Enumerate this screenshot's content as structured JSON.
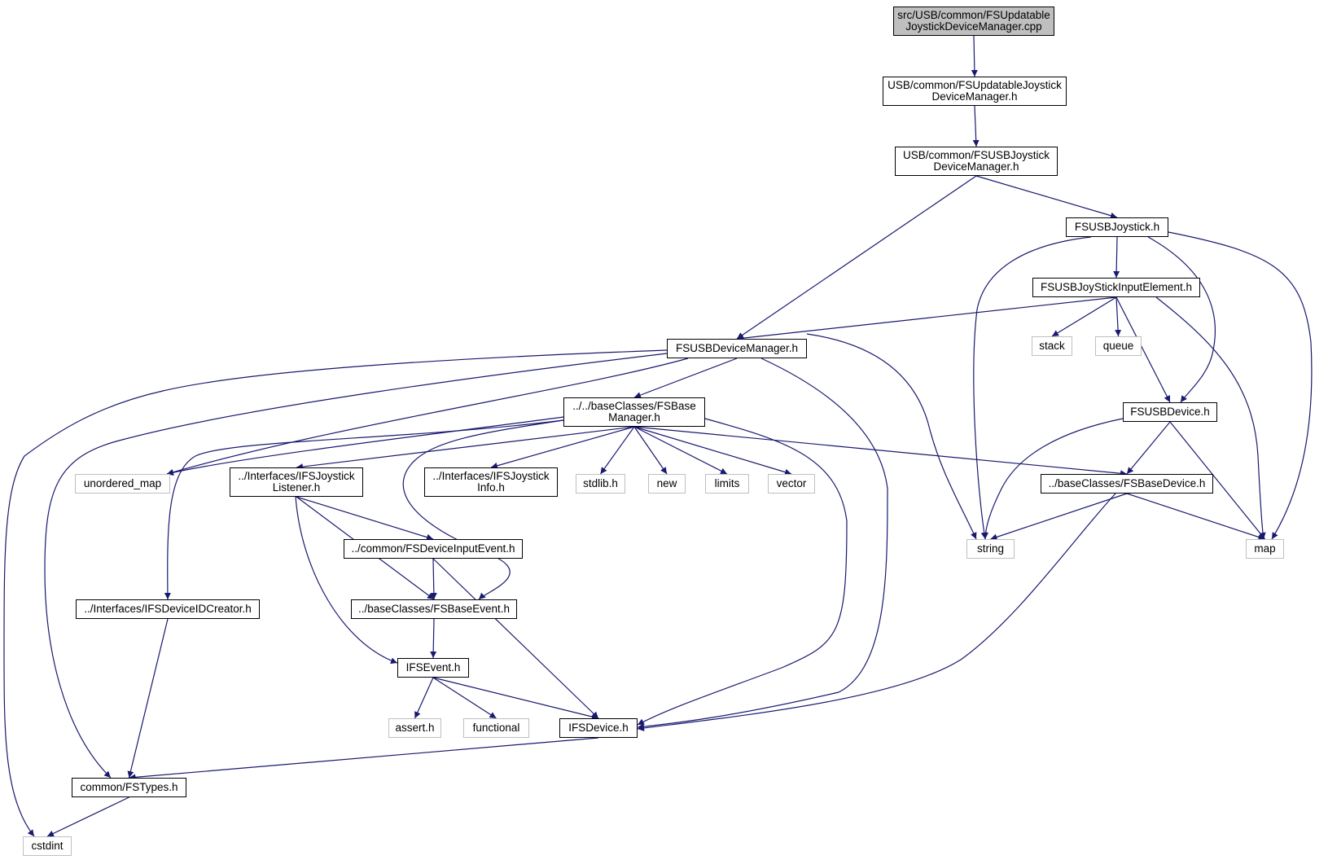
{
  "colors": {
    "edge": "#191970",
    "node_border": "#000000",
    "system_border": "#bfbfbf",
    "root_fill": "#bfbfbf"
  },
  "nodes": [
    {
      "id": "root",
      "label": "src/USB/common/FSUpdatable\nJoystickDeviceManager.cpp",
      "kind": "root"
    },
    {
      "id": "updh",
      "label": "USB/common/FSUpdatableJoystick\nDeviceManager.h",
      "kind": "file"
    },
    {
      "id": "usbjdm",
      "label": "USB/common/FSUSBJoystick\nDeviceManager.h",
      "kind": "file"
    },
    {
      "id": "joy",
      "label": "FSUSBJoystick.h",
      "kind": "file"
    },
    {
      "id": "jie",
      "label": "FSUSBJoyStickInputElement.h",
      "kind": "file"
    },
    {
      "id": "stack",
      "label": "stack",
      "kind": "system"
    },
    {
      "id": "queue",
      "label": "queue",
      "kind": "system"
    },
    {
      "id": "dm",
      "label": "FSUSBDeviceManager.h",
      "kind": "file"
    },
    {
      "id": "bm",
      "label": "../../baseClasses/FSBase\nManager.h",
      "kind": "file"
    },
    {
      "id": "usbdev",
      "label": "FSUSBDevice.h",
      "kind": "file"
    },
    {
      "id": "umap",
      "label": "unordered_map",
      "kind": "system"
    },
    {
      "id": "ijl",
      "label": "../Interfaces/IFSJoystick\nListener.h",
      "kind": "file"
    },
    {
      "id": "iji",
      "label": "../Interfaces/IFSJoystick\nInfo.h",
      "kind": "file"
    },
    {
      "id": "stdlib",
      "label": "stdlib.h",
      "kind": "system"
    },
    {
      "id": "new",
      "label": "new",
      "kind": "system"
    },
    {
      "id": "limits",
      "label": "limits",
      "kind": "system"
    },
    {
      "id": "vector",
      "label": "vector",
      "kind": "system"
    },
    {
      "id": "bdev",
      "label": "../baseClasses/FSBaseDevice.h",
      "kind": "file"
    },
    {
      "id": "string",
      "label": "string",
      "kind": "system"
    },
    {
      "id": "map",
      "label": "map",
      "kind": "system"
    },
    {
      "id": "die",
      "label": "../common/FSDeviceInputEvent.h",
      "kind": "file"
    },
    {
      "id": "idc",
      "label": "../Interfaces/IFSDeviceIDCreator.h",
      "kind": "file"
    },
    {
      "id": "bev",
      "label": "../baseClasses/FSBaseEvent.h",
      "kind": "file"
    },
    {
      "id": "ifsev",
      "label": "IFSEvent.h",
      "kind": "file"
    },
    {
      "id": "assert",
      "label": "assert.h",
      "kind": "system"
    },
    {
      "id": "func",
      "label": "functional",
      "kind": "system"
    },
    {
      "id": "ifsdev",
      "label": "IFSDevice.h",
      "kind": "file"
    },
    {
      "id": "types",
      "label": "common/FSTypes.h",
      "kind": "file"
    },
    {
      "id": "cstdint",
      "label": "cstdint",
      "kind": "system"
    }
  ],
  "edges": [
    [
      "root",
      "updh"
    ],
    [
      "updh",
      "usbjdm"
    ],
    [
      "usbjdm",
      "dm"
    ],
    [
      "usbjdm",
      "joy"
    ],
    [
      "joy",
      "string"
    ],
    [
      "joy",
      "jie"
    ],
    [
      "joy",
      "usbdev"
    ],
    [
      "joy",
      "map"
    ],
    [
      "jie",
      "dm"
    ],
    [
      "jie",
      "stack"
    ],
    [
      "jie",
      "queue"
    ],
    [
      "jie",
      "usbdev"
    ],
    [
      "jie",
      "map"
    ],
    [
      "dm",
      "cstdint"
    ],
    [
      "dm",
      "types"
    ],
    [
      "dm",
      "umap"
    ],
    [
      "dm",
      "bm"
    ],
    [
      "dm",
      "ifsdev"
    ],
    [
      "dm",
      "string"
    ],
    [
      "bm",
      "umap"
    ],
    [
      "bm",
      "idc"
    ],
    [
      "bm",
      "ijl"
    ],
    [
      "bm",
      "bev"
    ],
    [
      "bm",
      "iji"
    ],
    [
      "bm",
      "stdlib"
    ],
    [
      "bm",
      "new"
    ],
    [
      "bm",
      "limits"
    ],
    [
      "bm",
      "vector"
    ],
    [
      "bm",
      "ifsdev"
    ],
    [
      "bm",
      "bdev"
    ],
    [
      "usbdev",
      "string"
    ],
    [
      "usbdev",
      "bdev"
    ],
    [
      "usbdev",
      "map"
    ],
    [
      "bdev",
      "string"
    ],
    [
      "bdev",
      "map"
    ],
    [
      "bdev",
      "ifsdev"
    ],
    [
      "ijl",
      "die"
    ],
    [
      "ijl",
      "bev"
    ],
    [
      "ijl",
      "ifsev"
    ],
    [
      "die",
      "bev"
    ],
    [
      "die",
      "ifsdev"
    ],
    [
      "bev",
      "ifsev"
    ],
    [
      "ifsev",
      "assert"
    ],
    [
      "ifsev",
      "func"
    ],
    [
      "ifsev",
      "ifsdev"
    ],
    [
      "idc",
      "types"
    ],
    [
      "ifsdev",
      "types"
    ],
    [
      "types",
      "cstdint"
    ]
  ]
}
